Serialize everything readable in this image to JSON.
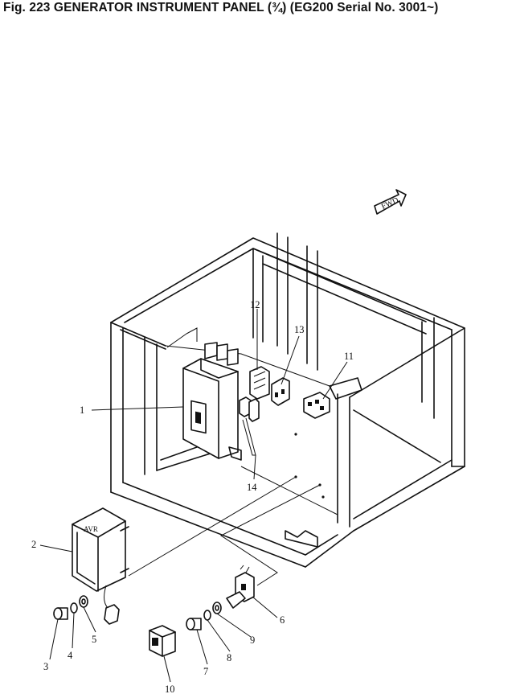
{
  "figure": {
    "title": "Fig. 223   GENERATOR INSTRUMENT PANEL (¾) (EG200 Serial No. 3001~)",
    "fwd_label": "FWD",
    "avr_label": "AVR"
  },
  "parts": [
    {
      "number": "1"
    },
    {
      "number": "2"
    },
    {
      "number": "3"
    },
    {
      "number": "4"
    },
    {
      "number": "5"
    },
    {
      "number": "6"
    },
    {
      "number": "7"
    },
    {
      "number": "8"
    },
    {
      "number": "9"
    },
    {
      "number": "10"
    },
    {
      "number": "11"
    },
    {
      "number": "12"
    },
    {
      "number": "13"
    },
    {
      "number": "14"
    }
  ]
}
